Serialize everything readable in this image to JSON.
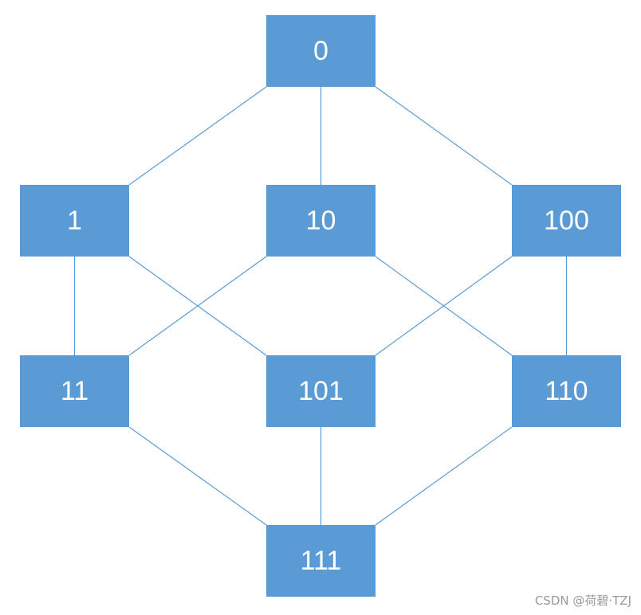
{
  "theme": {
    "node_fill": "#5b9bd5",
    "node_text": "#ffffff",
    "edge_color": "#5b9bd5"
  },
  "nodes": [
    {
      "id": "0",
      "label": "0"
    },
    {
      "id": "1",
      "label": "1"
    },
    {
      "id": "10",
      "label": "10"
    },
    {
      "id": "100",
      "label": "100"
    },
    {
      "id": "11",
      "label": "11"
    },
    {
      "id": "101",
      "label": "101"
    },
    {
      "id": "110",
      "label": "110"
    },
    {
      "id": "111",
      "label": "111"
    }
  ],
  "edges": [
    [
      "0",
      "1"
    ],
    [
      "0",
      "10"
    ],
    [
      "0",
      "100"
    ],
    [
      "1",
      "11"
    ],
    [
      "1",
      "101"
    ],
    [
      "10",
      "11"
    ],
    [
      "10",
      "110"
    ],
    [
      "100",
      "101"
    ],
    [
      "100",
      "110"
    ],
    [
      "11",
      "111"
    ],
    [
      "101",
      "111"
    ],
    [
      "110",
      "111"
    ]
  ],
  "watermark": "CSDN @荷碧·TZJ"
}
